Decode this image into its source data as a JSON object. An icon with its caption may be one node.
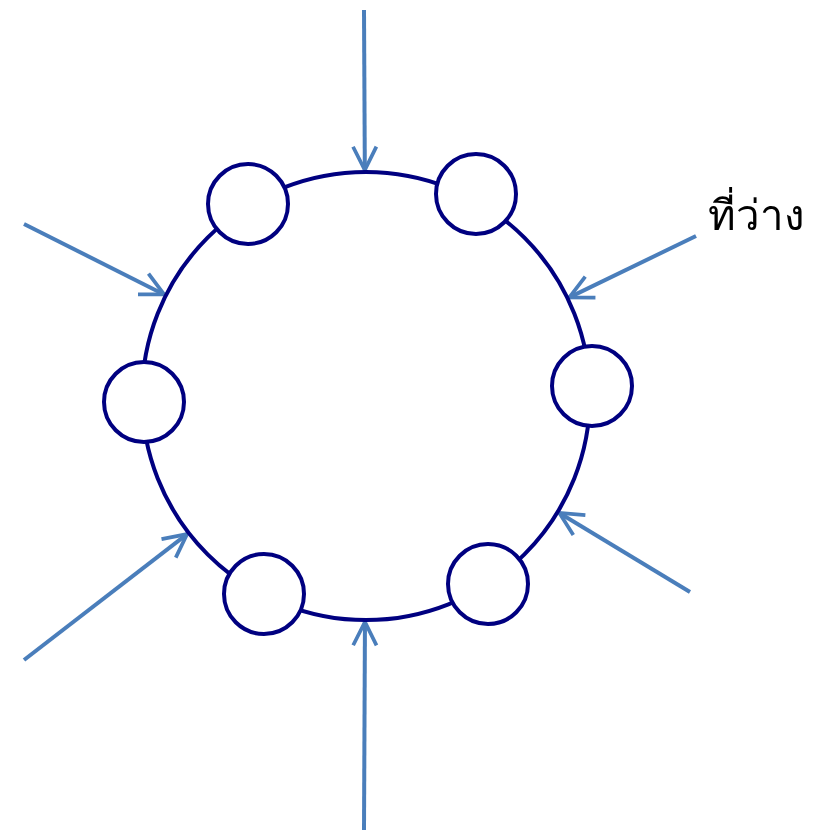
{
  "diagram": {
    "nodes": [
      {
        "text": [],
        "shape": "circle"
      },
      {
        "text": [],
        "shape": "circle"
      },
      {
        "text": [],
        "shape": "circle"
      },
      {
        "text": [],
        "shape": "circle"
      },
      {
        "text": [],
        "shape": "circle"
      },
      {
        "text": [],
        "shape": "circle"
      },
      {
        "text": [],
        "shape": "circle"
      },
      {
        "text": [
          "ที่ว่าง"
        ]
      }
    ],
    "edges": [
      {
        "from": null,
        "to": 0,
        "arrow": "to"
      },
      {
        "from": null,
        "to": 0,
        "arrow": "to"
      },
      {
        "from": 7,
        "to": 0,
        "arrow": "to"
      },
      {
        "from": null,
        "to": 0,
        "arrow": "to"
      },
      {
        "from": null,
        "to": 0,
        "arrow": "to"
      },
      {
        "from": null,
        "to": 0,
        "arrow": "to"
      }
    ]
  }
}
